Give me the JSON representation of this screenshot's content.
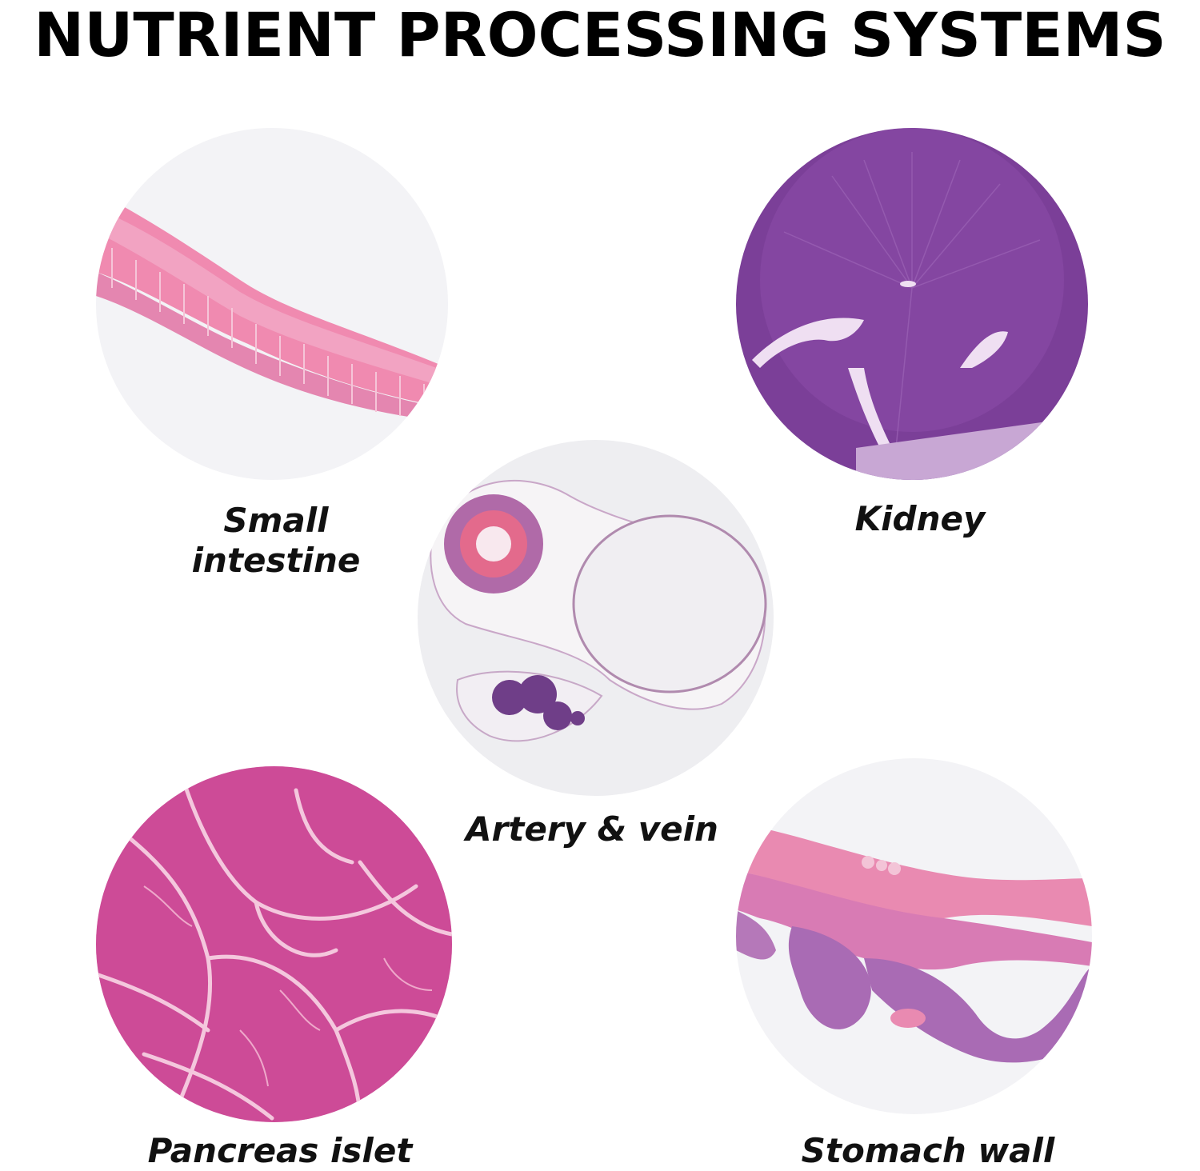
{
  "title": "NUTRIENT PROCESSING SYSTEMS",
  "specimens": [
    {
      "key": "small",
      "label_lines": [
        "Small",
        "intestine"
      ]
    },
    {
      "key": "kidney",
      "label": "Kidney"
    },
    {
      "key": "artery",
      "label": "Artery & vein"
    },
    {
      "key": "pancreas",
      "label": "Pancreas islet"
    },
    {
      "key": "stomach",
      "label": "Stomach wall"
    }
  ],
  "colors": {
    "slide_background": "#f4f2f6",
    "pink_stain": "#ee7aa6",
    "purple_stain": "#7a3f95",
    "magenta_stain": "#d0559f",
    "text": "#111111"
  }
}
